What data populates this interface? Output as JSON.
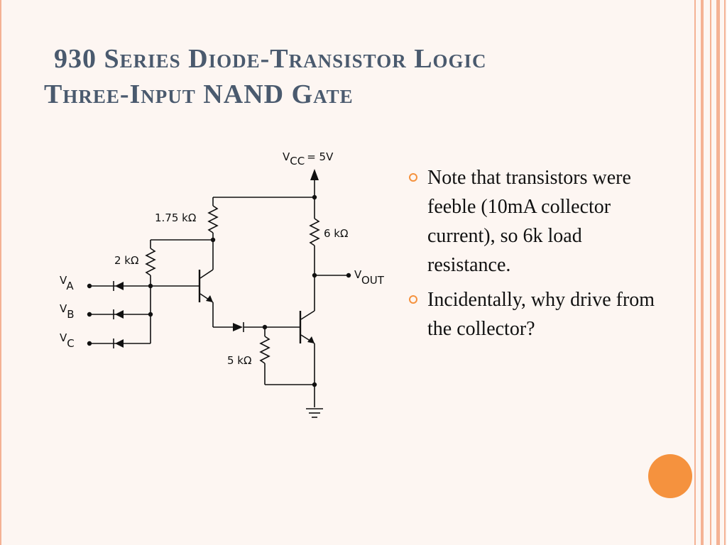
{
  "slide": {
    "title_line1": "930 Series Diode-Transistor Logic",
    "title_line2": "Three-Input NAND Gate",
    "accent_color": "#f5923e",
    "frame_color": "#f4b294",
    "title_color": "#4a5a6e"
  },
  "circuit": {
    "vcc_main": "V",
    "vcc_sub": "CC",
    "vcc_value": "= 5V",
    "r1_label": "1.75 kΩ",
    "r2_label": "2 kΩ",
    "r3_label": "6 kΩ",
    "r4_label": "5 kΩ",
    "va_main": "V",
    "va_sub": "A",
    "vb_main": "V",
    "vb_sub": "B",
    "vc_main": "V",
    "vc_sub": "C",
    "vout_main": "V",
    "vout_sub": "OUT"
  },
  "bullets": [
    "Note that transistors were feeble (10mA collector current), so 6k load resistance.",
    "Incidentally, why drive from the collector?"
  ]
}
